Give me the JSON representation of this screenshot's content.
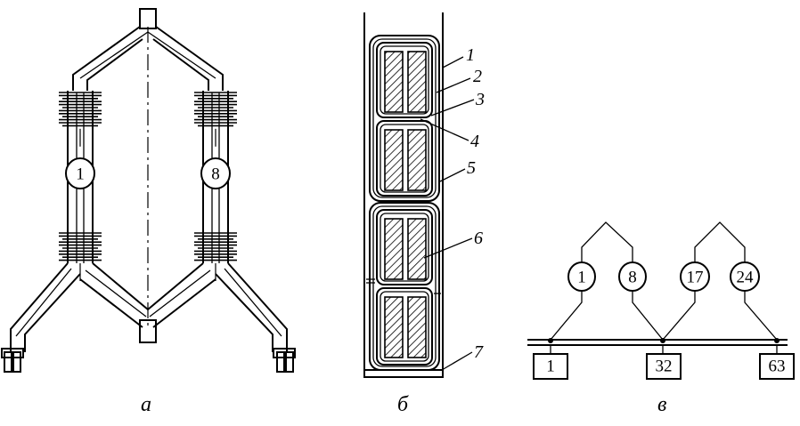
{
  "figure_a": {
    "caption": "а",
    "left_unit_number": "1",
    "right_unit_number": "8"
  },
  "figure_b": {
    "caption": "б",
    "callouts": [
      "1",
      "2",
      "3",
      "4",
      "5",
      "6",
      "7"
    ]
  },
  "figure_c": {
    "caption": "в",
    "unit_numbers": [
      "1",
      "8",
      "17",
      "24"
    ],
    "terminal_labels": [
      "1",
      "32",
      "63"
    ]
  }
}
